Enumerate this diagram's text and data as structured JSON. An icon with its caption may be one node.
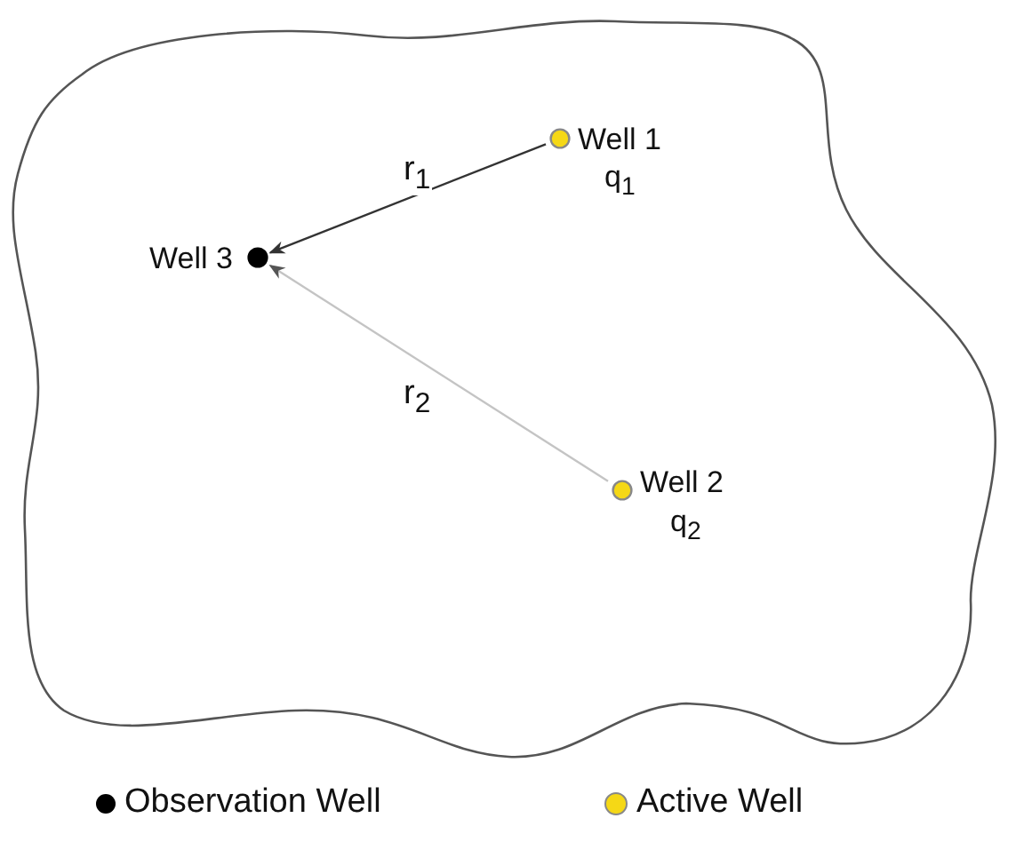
{
  "diagram": {
    "nodes": [
      {
        "text": [],
        "shape": "cloud"
      },
      {
        "text": [
          "Well 3"
        ],
        "in": 0
      },
      {
        "text": [
          "Well 1",
          "q$_{1}$"
        ],
        "in": 0
      },
      {
        "text": [
          "Well 2",
          "q$_{2}$"
        ],
        "in": 0
      }
    ],
    "edges": [
      {
        "from": 2,
        "to": 1,
        "arrow": "to",
        "label": "r$_{1}$"
      },
      {
        "from": 3,
        "to": 1,
        "arrow": "to",
        "label": "r$_{2}$",
        "color": "#c4c4c4"
      }
    ],
    "legend": [
      {
        "text": "Observation Well",
        "color": "#000000"
      },
      {
        "text": "Active Well",
        "color": "#f5d816"
      }
    ]
  }
}
